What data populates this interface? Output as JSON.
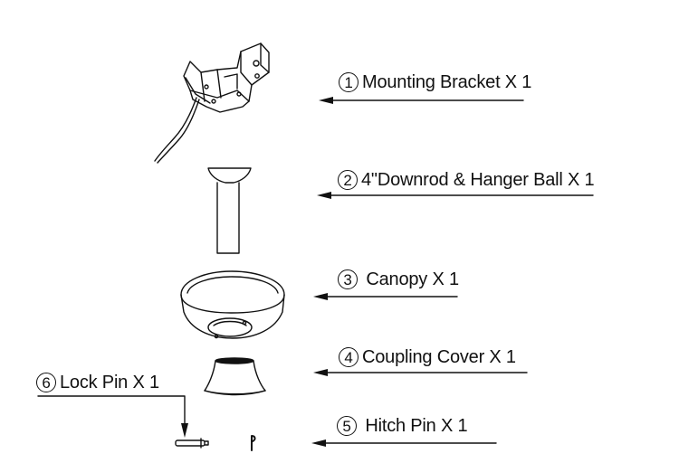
{
  "parts": [
    {
      "num": "1",
      "text": "Mounting Bracket X 1"
    },
    {
      "num": "2",
      "text": "4\"Downrod & Hanger Ball X 1"
    },
    {
      "num": "3",
      "text": " Canopy X 1"
    },
    {
      "num": "4",
      "text": "Coupling Cover X 1"
    },
    {
      "num": "5",
      "text": " Hitch Pin X 1"
    },
    {
      "num": "6",
      "text": "Lock Pin X 1"
    }
  ],
  "colors": {
    "line": "#111111",
    "fill": "#ffffff"
  }
}
